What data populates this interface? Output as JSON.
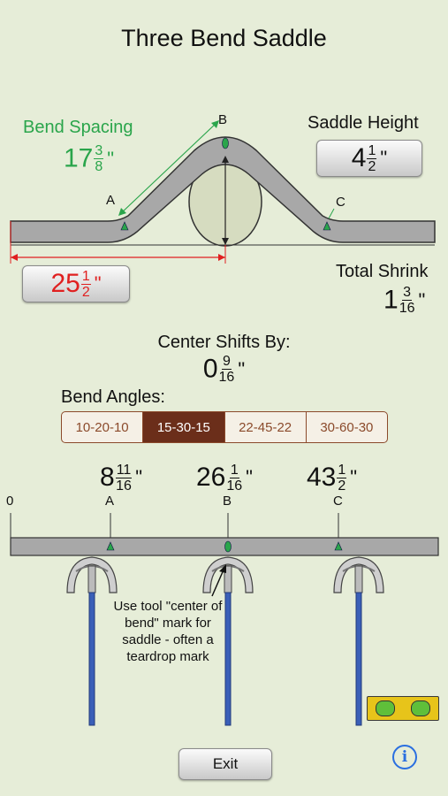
{
  "title": "Three Bend Saddle",
  "bend_spacing": {
    "label": "Bend Spacing",
    "whole": "17",
    "num": "3",
    "den": "8",
    "unit": "\""
  },
  "saddle_height": {
    "label": "Saddle Height",
    "whole": "4",
    "num": "1",
    "den": "2",
    "unit": "\""
  },
  "total_length": {
    "whole": "25",
    "num": "1",
    "den": "2",
    "unit": "\""
  },
  "total_shrink": {
    "label": "Total Shrink",
    "whole": "1",
    "num": "3",
    "den": "16",
    "unit": "\""
  },
  "center_shift": {
    "label": "Center Shifts By:",
    "whole": "0",
    "num": "9",
    "den": "16",
    "unit": "\""
  },
  "bend_angles": {
    "label": "Bend Angles:",
    "options": [
      "10-20-10",
      "15-30-15",
      "22-45-22",
      "30-60-30"
    ],
    "selected": "15-30-15"
  },
  "diagram_points": {
    "a": "A",
    "b": "B",
    "c": "C"
  },
  "ruler": {
    "zero": "0",
    "a": "A",
    "b": "B",
    "c": "C"
  },
  "marks": [
    {
      "whole": "8",
      "num": "11",
      "den": "16",
      "unit": "\""
    },
    {
      "whole": "26",
      "num": "1",
      "den": "16",
      "unit": "\""
    },
    {
      "whole": "43",
      "num": "1",
      "den": "2",
      "unit": "\""
    }
  ],
  "note": "Use tool \"center of bend\" mark for saddle - often a teardrop mark",
  "exit_label": "Exit",
  "info_icon": "i",
  "colors": {
    "background": "#e6edd8",
    "green": "#2aa54b",
    "red": "#e02020",
    "brown": "#6b2e1a",
    "tool_blue": "#3a5fb8"
  }
}
